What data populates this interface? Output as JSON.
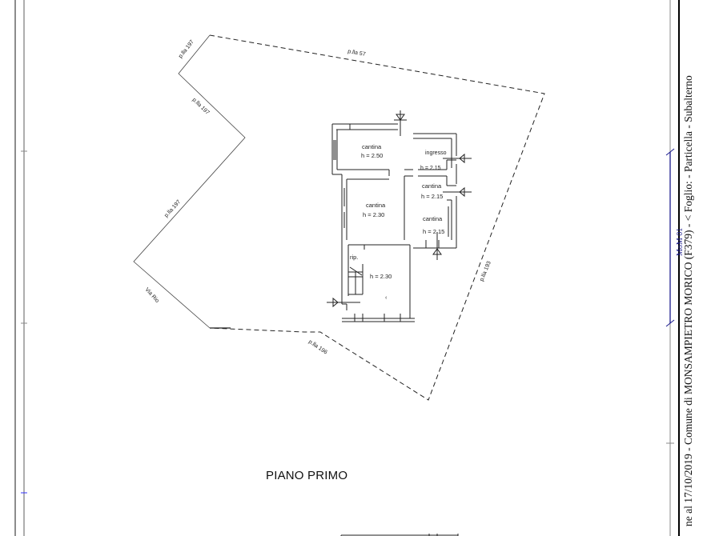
{
  "document": {
    "type": "cadastral-floor-plan",
    "floor_label": "PIANO PRIMO",
    "side_header": "ne al 17/10/2019 - Comune di MONSAMPIETRO MORICO (F379) - < Foglio:  - Particella    - Subalterno",
    "margin_note": "MoM 01"
  },
  "rooms": [
    {
      "name": "cantina",
      "height": "h = 2.50"
    },
    {
      "name": "cantina",
      "height": "h = 2.30"
    },
    {
      "name": "ingresso",
      "height": "h = 2.15"
    },
    {
      "name": "cantina",
      "height": "h = 2.15"
    },
    {
      "name": "cantina",
      "height": "h = 2.15"
    },
    {
      "name": "rip.",
      "height": "h = 2.30"
    }
  ],
  "boundaries": [
    {
      "label": "p.lla 197",
      "position": "upper-left"
    },
    {
      "label": "p.lla 197",
      "position": "left-middle-upper"
    },
    {
      "label": "p.lla 197",
      "position": "left-middle"
    },
    {
      "label": "p.lla 57",
      "position": "top"
    },
    {
      "label": "p.lla 193",
      "position": "right"
    },
    {
      "label": "p.lla 196",
      "position": "bottom"
    },
    {
      "label": "Via Rio",
      "position": "lower-left"
    }
  ],
  "colors": {
    "line": "#222222",
    "frame": "#555555",
    "blue_annotation": "#1a1a8c"
  }
}
